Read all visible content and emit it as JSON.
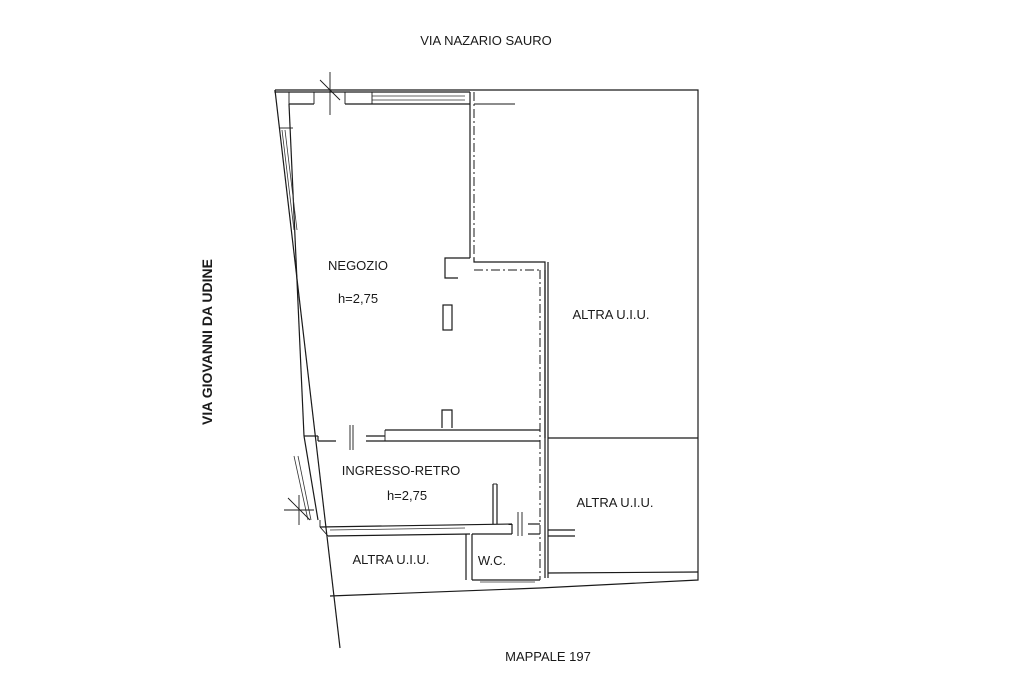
{
  "streets": {
    "north": "VIA NAZARIO SAURO",
    "west": "VIA GIOVANNI DA UDINE",
    "south": "MAPPALE 197"
  },
  "rooms": {
    "negozio": {
      "name": "NEGOZIO",
      "height": "h=2,75"
    },
    "ingresso": {
      "name": "INGRESSO-RETRO",
      "height": "h=2,75"
    },
    "wc": {
      "name": "W.C."
    },
    "altra_1": {
      "name": "ALTRA U.I.U."
    },
    "altra_2": {
      "name": "ALTRA U.I.U."
    },
    "altra_3": {
      "name": "ALTRA U.I.U."
    }
  }
}
